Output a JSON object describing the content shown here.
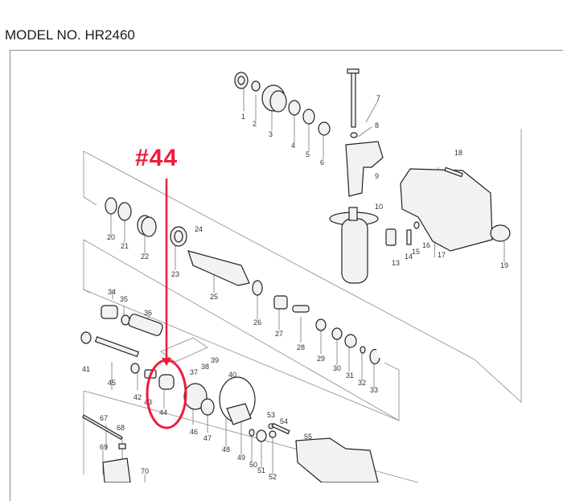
{
  "header": {
    "model_title": "MODEL NO. HR2460"
  },
  "callout": {
    "label": "#44",
    "color": "#ee1c3a",
    "target_part": "44"
  },
  "parts": {
    "p1": "1",
    "p2": "2",
    "p3": "3",
    "p4": "4",
    "p5": "5",
    "p6": "6",
    "p7": "7",
    "p8": "8",
    "p9": "9",
    "p10": "10",
    "p13": "13",
    "p14": "14",
    "p15": "15",
    "p16": "16",
    "p17": "17",
    "p18": "18",
    "p19": "19",
    "p20": "20",
    "p21": "21",
    "p22": "22",
    "p23": "23",
    "p24": "24",
    "p25": "25",
    "p26": "26",
    "p27": "27",
    "p28": "28",
    "p29": "29",
    "p30": "30",
    "p31": "31",
    "p32": "32",
    "p33": "33",
    "p34": "34",
    "p35": "35",
    "p36": "36",
    "p37": "37",
    "p38": "38",
    "p39": "39",
    "p40": "40",
    "p41": "41",
    "p42": "42",
    "p43": "43",
    "p44": "44",
    "p45": "45",
    "p46": "46",
    "p47": "47",
    "p48": "48",
    "p49": "49",
    "p50": "50",
    "p51": "51",
    "p52": "52",
    "p53": "53",
    "p54": "54",
    "p55": "55",
    "p67": "67",
    "p68": "68",
    "p69": "69",
    "p70": "70"
  }
}
